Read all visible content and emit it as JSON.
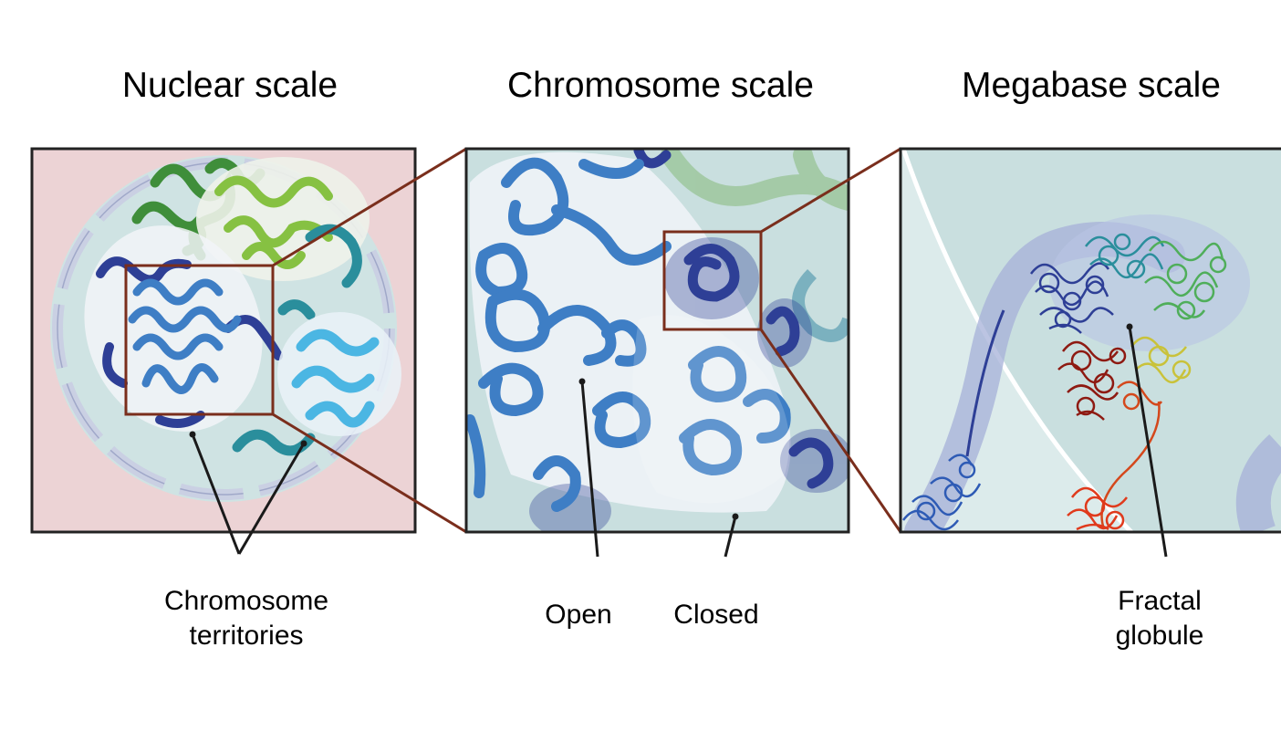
{
  "panels": [
    {
      "title": "Nuclear scale"
    },
    {
      "title": "Chromosome scale"
    },
    {
      "title": "Megabase scale"
    }
  ],
  "labels": {
    "chromosome_territories": {
      "line1": "Chromosome",
      "line2": "territories"
    },
    "open": "Open",
    "closed": "Closed",
    "fractal_globule": {
      "line1": "Fractal",
      "line2": "globule"
    }
  },
  "colors": {
    "nucleus_bg": "#ecd3d5",
    "nucleus_interior": "#cfe3e3",
    "panel_bg": "#c9dfdf",
    "zoom_box": "#7a2e1c",
    "dark_blue": "#2e3f96",
    "mid_blue": "#3e7ec5",
    "light_blue": "#4bb6e3",
    "teal": "#2a8e9c",
    "dark_green": "#3f8e3a",
    "light_green": "#86c142",
    "globule_red": "#8e1a12",
    "globule_orange": "#d4481c",
    "globule_yellow": "#c9c23a",
    "lamina": "#c9cfe3"
  }
}
